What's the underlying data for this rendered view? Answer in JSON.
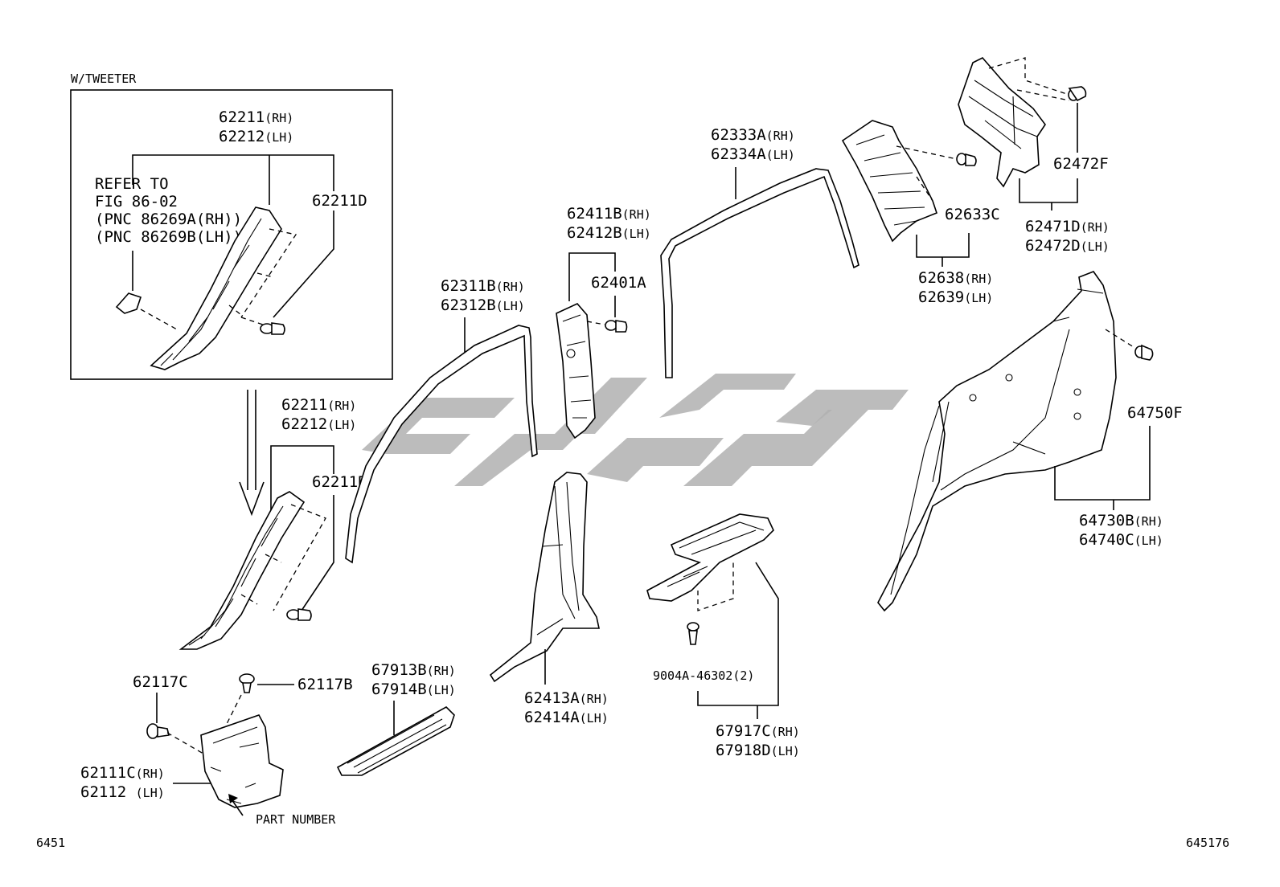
{
  "inset": {
    "caption": "W/TWEETER",
    "refer_note": [
      "REFER TO",
      "FIG 86-02",
      "(PNC 86269A(RH))",
      "(PNC 86269B(LH))"
    ]
  },
  "labels": {
    "p62211_inset": {
      "pn": [
        "62211",
        "62212"
      ],
      "side": [
        "(RH)",
        "(LH)"
      ]
    },
    "p62211D_inset": "62211D",
    "p62211_main": {
      "pn": [
        "62211",
        "62212"
      ],
      "side": [
        "(RH)",
        "(LH)"
      ]
    },
    "p62211D_main": "62211D",
    "p62117C": "62117C",
    "p62117B": "62117B",
    "p62111C": {
      "pn": [
        "62111C",
        "62112 "
      ],
      "side": [
        "(RH)",
        "(LH)"
      ]
    },
    "part_number": "PART NUMBER",
    "p67913B": {
      "pn": [
        "67913B",
        "67914B"
      ],
      "side": [
        "(RH)",
        "(LH)"
      ]
    },
    "p62311B": {
      "pn": [
        "62311B",
        "62312B"
      ],
      "side": [
        "(RH)",
        "(LH)"
      ]
    },
    "p62411B": {
      "pn": [
        "62411B",
        "62412B"
      ],
      "side": [
        "(RH)",
        "(LH)"
      ]
    },
    "p62401A": "62401A",
    "p62413A": {
      "pn": [
        "62413A",
        "62414A"
      ],
      "side": [
        "(RH)",
        "(LH)"
      ]
    },
    "p62333A": {
      "pn": [
        "62333A",
        "62334A"
      ],
      "side": [
        "(RH)",
        "(LH)"
      ]
    },
    "p9004A": "9004A-46302(2)",
    "p67917C": {
      "pn": [
        "67917C",
        "67918D"
      ],
      "side": [
        "(RH)",
        "(LH)"
      ]
    },
    "p62633C": "62633C",
    "p62638": {
      "pn": [
        "62638",
        "62639"
      ],
      "side": [
        "(RH)",
        "(LH)"
      ]
    },
    "p62472F": "62472F",
    "p62471D": {
      "pn": [
        "62471D",
        "62472D"
      ],
      "side": [
        "(RH)",
        "(LH)"
      ]
    },
    "p64750F": "64750F",
    "p64730B": {
      "pn": [
        "64730B",
        "64740C"
      ],
      "side": [
        "(RH)",
        "(LH)"
      ]
    }
  },
  "footer": {
    "left_code": "6451",
    "right_code": "645176"
  },
  "colors": {
    "line": "#000000",
    "watermark": "#b0b0b0",
    "background": "#ffffff"
  }
}
